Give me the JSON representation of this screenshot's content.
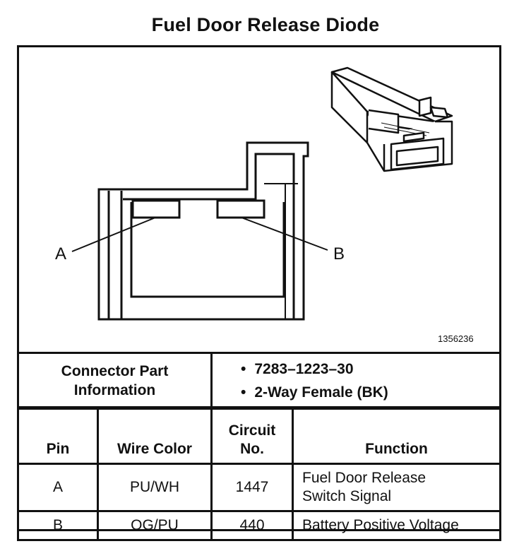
{
  "title": "Fuel Door Release Diode",
  "figure_id": "1356236",
  "pin_labels": {
    "a": "A",
    "b": "B"
  },
  "connector_info": {
    "label_line1": "Connector Part",
    "label_line2": "Information",
    "items": [
      "7283–1223–30",
      "2-Way Female (BK)"
    ]
  },
  "table": {
    "headers": {
      "pin": "Pin",
      "wire_color": "Wire Color",
      "circuit_line1": "Circuit",
      "circuit_line2": "No.",
      "function": "Function"
    },
    "rows": [
      {
        "pin": "A",
        "wire_color": "PU/WH",
        "circuit": "1447",
        "function_line1": "Fuel Door Release",
        "function_line2": "Switch Signal"
      },
      {
        "pin": "B",
        "wire_color": "OG/PU",
        "circuit": "440",
        "function_line1": "Battery Positive Voltage",
        "function_line2": ""
      }
    ]
  }
}
